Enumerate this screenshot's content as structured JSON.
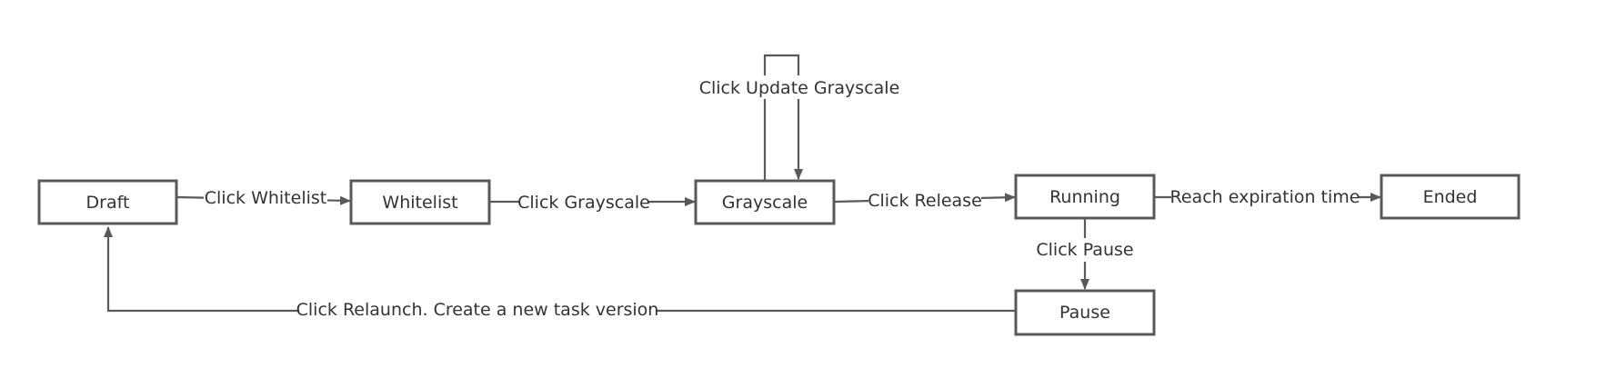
{
  "colors": {
    "stroke": "#595959",
    "text": "#333333",
    "background": "#ffffff"
  },
  "nodes": {
    "draft": "Draft",
    "whitelist": "Whitelist",
    "grayscale": "Grayscale",
    "running": "Running",
    "ended": "Ended",
    "pause": "Pause"
  },
  "edges": {
    "draft_to_whitelist": "Click Whitelist",
    "whitelist_to_grayscale": "Click Grayscale",
    "grayscale_self": "Click Update Grayscale",
    "grayscale_to_running": "Click Release",
    "running_to_ended": "Reach expiration time",
    "running_to_pause": "Click Pause",
    "pause_to_draft": "Click Relaunch. Create a new task version"
  }
}
